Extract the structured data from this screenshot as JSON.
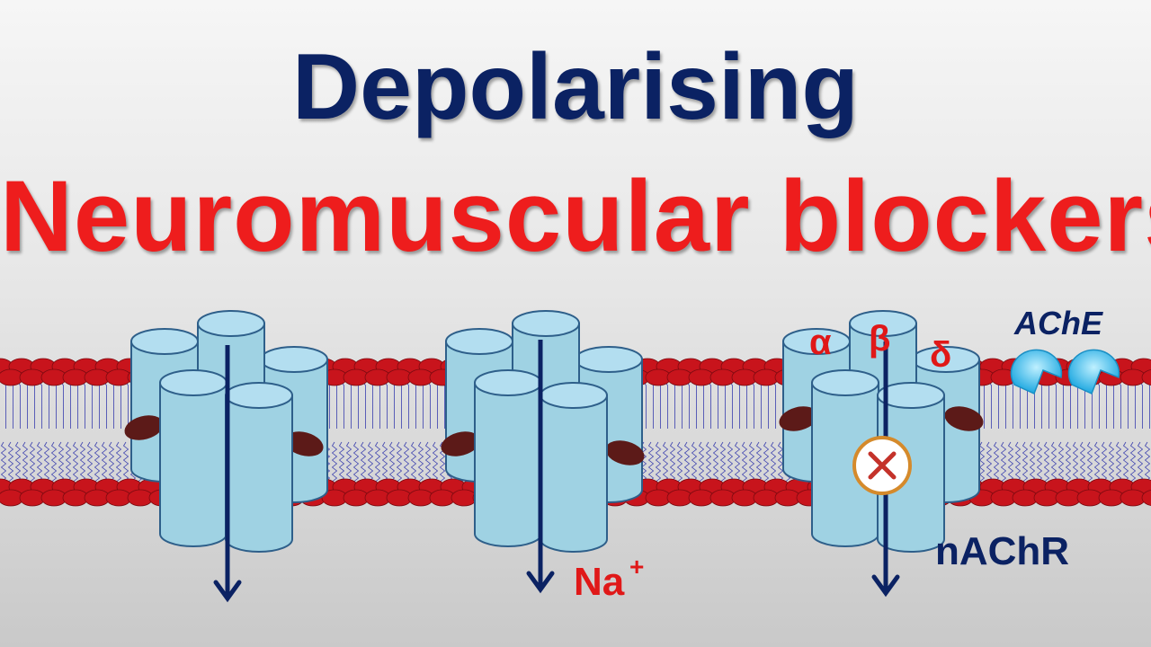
{
  "title": {
    "line1": "Depolarising",
    "line2": "Neuromuscular blockers"
  },
  "labels": {
    "alpha": "α",
    "beta": "β",
    "delta": "δ",
    "ache": "AChE",
    "ion": "Na",
    "ion_charge": "+",
    "receptor": "nAChR"
  },
  "receptors": [
    {
      "name": "receptor-1",
      "blocked": false
    },
    {
      "name": "receptor-2",
      "blocked": false
    },
    {
      "name": "receptor-3",
      "blocked": true
    }
  ],
  "icons": [
    "ion-flow-arrow-icon",
    "blocked-x-icon",
    "ache-enzyme-icon"
  ],
  "colors": {
    "title_primary": "#0b2263",
    "title_accent": "#ee1d1d",
    "membrane_head": "#c8141c",
    "channel_fill": "#9fd2e3",
    "channel_stroke": "#2e5f8a",
    "ligand": "#5c1a18",
    "arrow": "#0b2263",
    "ache": "#27b5ea"
  }
}
